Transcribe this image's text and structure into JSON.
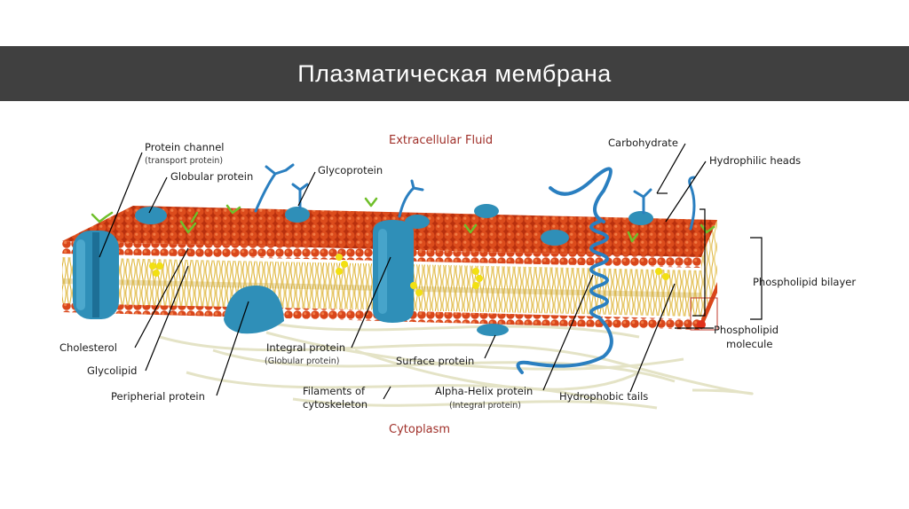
{
  "slide": {
    "title": "Плазматическая мембрана"
  },
  "diagram": {
    "regions": {
      "outside": "Extracellular Fluid",
      "inside": "Cytoplasm"
    },
    "labels": {
      "protein_channel": "Protein channel",
      "protein_channel_sub": "(transport protein)",
      "globular_protein": "Globular protein",
      "glycoprotein": "Glycoprotein",
      "carbohydrate": "Carbohydrate",
      "hydrophilic_heads": "Hydrophilic heads",
      "phospholipid_bilayer": "Phospholipid bilayer",
      "phospholipid_molecule_1": "Phospholipid",
      "phospholipid_molecule_2": "molecule",
      "cholesterol": "Cholesterol",
      "glycolipid": "Glycolipid",
      "peripherial_protein": "Peripherial protein",
      "integral_protein": "Integral protein",
      "integral_protein_sub": "(Globular protein)",
      "surface_protein": "Surface protein",
      "filaments_1": "Filaments of",
      "filaments_2": "cytoskeleton",
      "alpha_helix": "Alpha-Helix protein",
      "alpha_helix_sub": "(Integral protein)",
      "hydrophobic_tails": "Hydrophobic tails"
    },
    "colors": {
      "heads": "#d94a1a",
      "heads_dark": "#b8300e",
      "tails": "#e8c23a",
      "protein": "#2f8fb8",
      "protein_dark": "#1d6f96",
      "carbohydrate": "#2a7fc0",
      "cholesterol": "#f2e012",
      "glycolipid": "#6fbf2a",
      "filaments": "#e7e6c8"
    }
  }
}
